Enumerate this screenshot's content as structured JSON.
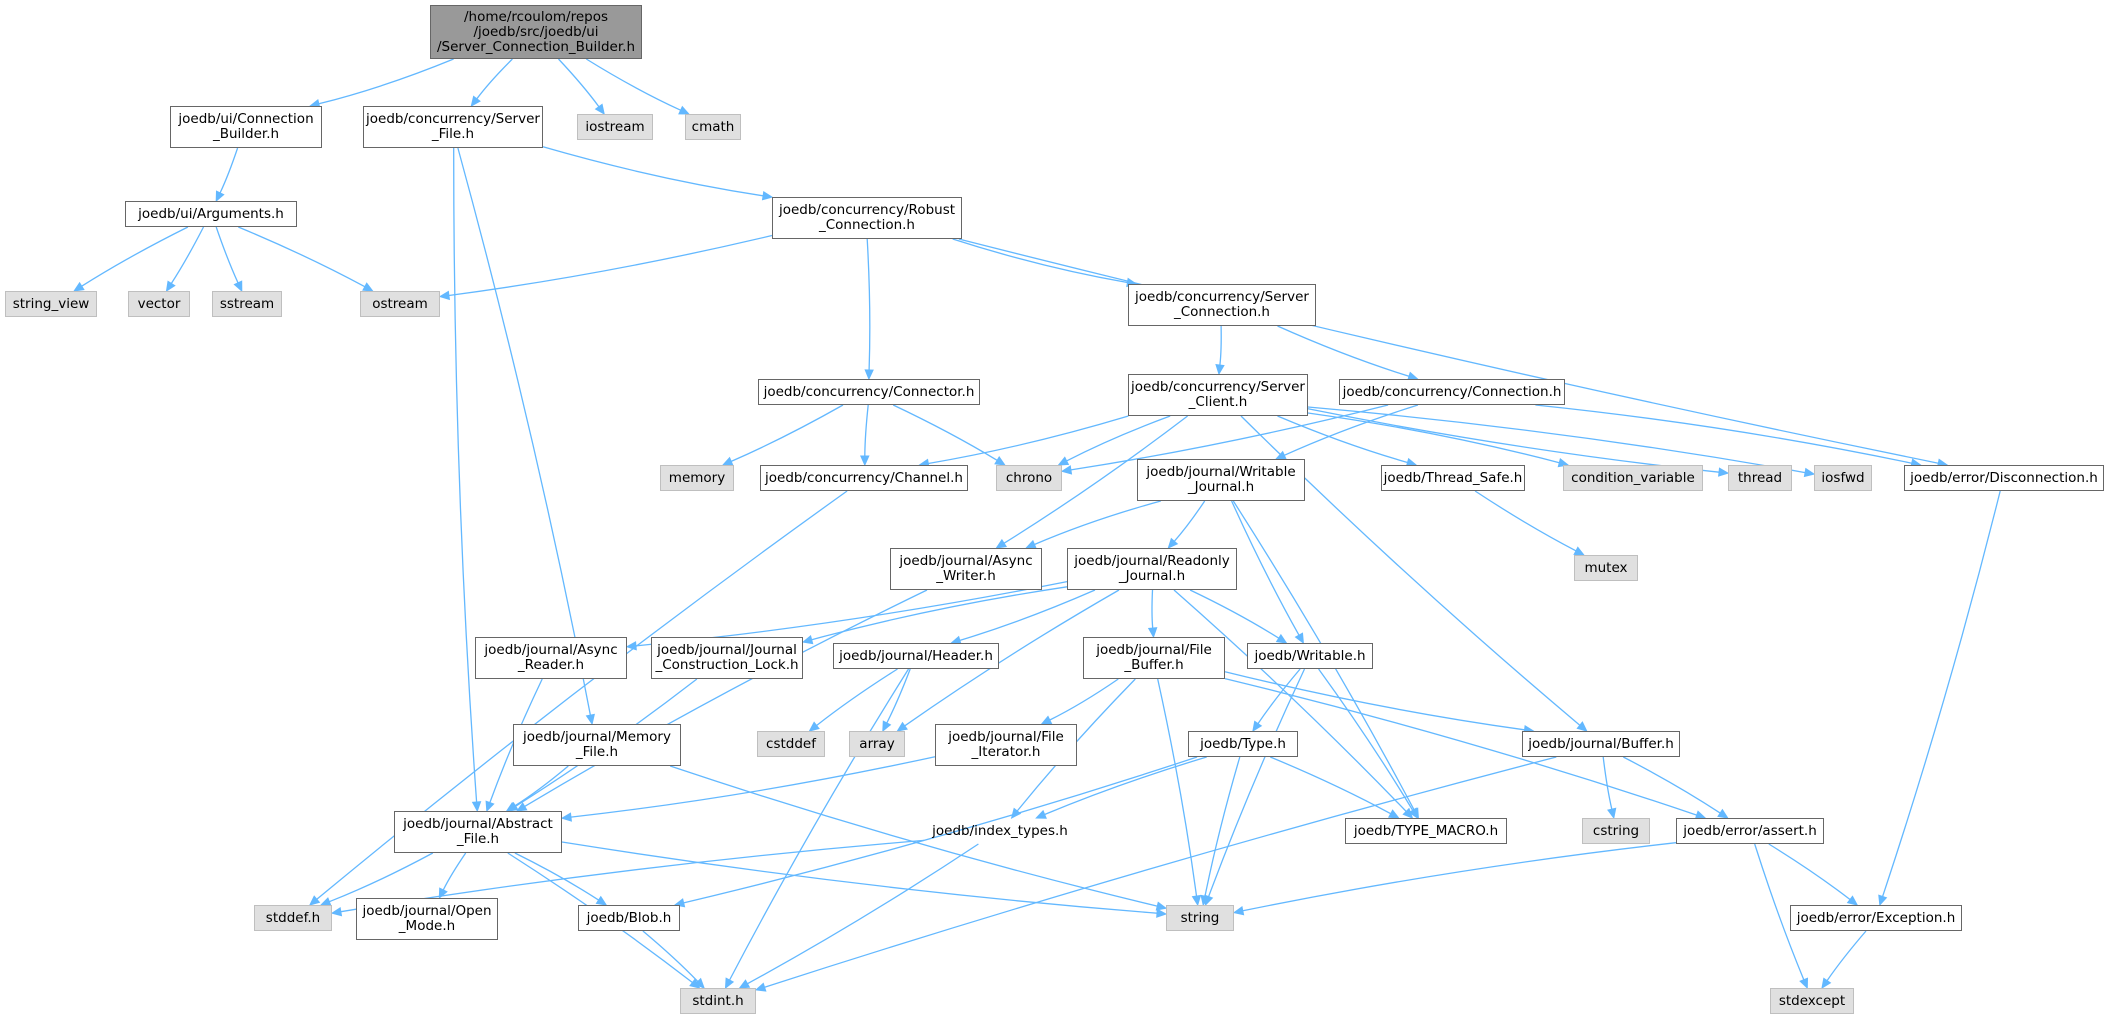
{
  "graph": {
    "type": "include-dependency-graph",
    "colors": {
      "edge": "#63b8ff",
      "root_fill": "#999999",
      "external_fill": "#e0e0e0",
      "border": "#666666",
      "missing_border": "#ff0000"
    },
    "nodes": [
      {
        "id": "root",
        "label": "/home/rcoulom/repos\n/joedb/src/joedb/ui\n/Server_Connection_Builder.h",
        "kind": "root"
      },
      {
        "id": "ui_connection_builder",
        "label": "joedb/ui/Connection\n_Builder.h",
        "kind": "internal"
      },
      {
        "id": "concurrency_server_file",
        "label": "joedb/concurrency/Server\n_File.h",
        "kind": "internal"
      },
      {
        "id": "iostream",
        "label": "iostream",
        "kind": "external"
      },
      {
        "id": "cmath",
        "label": "cmath",
        "kind": "external"
      },
      {
        "id": "ui_arguments",
        "label": "joedb/ui/Arguments.h",
        "kind": "internal"
      },
      {
        "id": "robust_connection",
        "label": "joedb/concurrency/Robust\n_Connection.h",
        "kind": "internal"
      },
      {
        "id": "string_view",
        "label": "string_view",
        "kind": "external"
      },
      {
        "id": "vector",
        "label": "vector",
        "kind": "external"
      },
      {
        "id": "sstream",
        "label": "sstream",
        "kind": "external"
      },
      {
        "id": "ostream",
        "label": "ostream",
        "kind": "external"
      },
      {
        "id": "server_connection",
        "label": "joedb/concurrency/Server\n_Connection.h",
        "kind": "internal"
      },
      {
        "id": "connector",
        "label": "joedb/concurrency/Connector.h",
        "kind": "internal"
      },
      {
        "id": "server_client",
        "label": "joedb/concurrency/Server\n_Client.h",
        "kind": "internal"
      },
      {
        "id": "connection",
        "label": "joedb/concurrency/Connection.h",
        "kind": "internal"
      },
      {
        "id": "memory",
        "label": "memory",
        "kind": "external"
      },
      {
        "id": "channel",
        "label": "joedb/concurrency/Channel.h",
        "kind": "internal"
      },
      {
        "id": "chrono",
        "label": "chrono",
        "kind": "external"
      },
      {
        "id": "writable_journal",
        "label": "joedb/journal/Writable\n_Journal.h",
        "kind": "internal"
      },
      {
        "id": "thread_safe",
        "label": "joedb/Thread_Safe.h",
        "kind": "internal"
      },
      {
        "id": "condition_variable",
        "label": "condition_variable",
        "kind": "external"
      },
      {
        "id": "thread",
        "label": "thread",
        "kind": "external"
      },
      {
        "id": "iosfwd",
        "label": "iosfwd",
        "kind": "external"
      },
      {
        "id": "disconnection",
        "label": "joedb/error/Disconnection.h",
        "kind": "internal"
      },
      {
        "id": "mutex",
        "label": "mutex",
        "kind": "external"
      },
      {
        "id": "async_writer",
        "label": "joedb/journal/Async\n_Writer.h",
        "kind": "internal"
      },
      {
        "id": "readonly_journal",
        "label": "joedb/journal/Readonly\n_Journal.h",
        "kind": "internal"
      },
      {
        "id": "async_reader",
        "label": "joedb/journal/Async\n_Reader.h",
        "kind": "internal"
      },
      {
        "id": "journal_construction_lock",
        "label": "joedb/journal/Journal\n_Construction_Lock.h",
        "kind": "internal"
      },
      {
        "id": "header",
        "label": "joedb/journal/Header.h",
        "kind": "internal"
      },
      {
        "id": "file_buffer",
        "label": "joedb/journal/File\n_Buffer.h",
        "kind": "internal"
      },
      {
        "id": "writable",
        "label": "joedb/Writable.h",
        "kind": "internal"
      },
      {
        "id": "memory_file",
        "label": "joedb/journal/Memory\n_File.h",
        "kind": "internal"
      },
      {
        "id": "cstddef",
        "label": "cstddef",
        "kind": "external"
      },
      {
        "id": "array",
        "label": "array",
        "kind": "external"
      },
      {
        "id": "file_iterator",
        "label": "joedb/journal/File\n_Iterator.h",
        "kind": "internal"
      },
      {
        "id": "type",
        "label": "joedb/Type.h",
        "kind": "internal"
      },
      {
        "id": "buffer",
        "label": "joedb/journal/Buffer.h",
        "kind": "internal"
      },
      {
        "id": "abstract_file",
        "label": "joedb/journal/Abstract\n_File.h",
        "kind": "internal"
      },
      {
        "id": "index_types",
        "label": "joedb/index_types.h",
        "kind": "missing"
      },
      {
        "id": "type_macro",
        "label": "joedb/TYPE_MACRO.h",
        "kind": "internal"
      },
      {
        "id": "cstring",
        "label": "cstring",
        "kind": "external"
      },
      {
        "id": "assert",
        "label": "joedb/error/assert.h",
        "kind": "internal"
      },
      {
        "id": "stddef",
        "label": "stddef.h",
        "kind": "external"
      },
      {
        "id": "open_mode",
        "label": "joedb/journal/Open\n_Mode.h",
        "kind": "internal"
      },
      {
        "id": "blob",
        "label": "joedb/Blob.h",
        "kind": "internal"
      },
      {
        "id": "string",
        "label": "string",
        "kind": "external"
      },
      {
        "id": "exception",
        "label": "joedb/error/Exception.h",
        "kind": "internal"
      },
      {
        "id": "stdint",
        "label": "stdint.h",
        "kind": "external"
      },
      {
        "id": "stdexcept",
        "label": "stdexcept",
        "kind": "external"
      }
    ],
    "edges": [
      [
        "root",
        "ui_connection_builder"
      ],
      [
        "root",
        "concurrency_server_file"
      ],
      [
        "root",
        "iostream"
      ],
      [
        "root",
        "cmath"
      ],
      [
        "ui_connection_builder",
        "ui_arguments"
      ],
      [
        "ui_arguments",
        "string_view"
      ],
      [
        "ui_arguments",
        "vector"
      ],
      [
        "ui_arguments",
        "sstream"
      ],
      [
        "ui_arguments",
        "ostream"
      ],
      [
        "concurrency_server_file",
        "robust_connection"
      ],
      [
        "concurrency_server_file",
        "memory_file"
      ],
      [
        "concurrency_server_file",
        "abstract_file"
      ],
      [
        "robust_connection",
        "ostream"
      ],
      [
        "robust_connection",
        "server_connection"
      ],
      [
        "robust_connection",
        "connector"
      ],
      [
        "robust_connection",
        "disconnection"
      ],
      [
        "server_connection",
        "server_client"
      ],
      [
        "server_connection",
        "connection"
      ],
      [
        "connector",
        "memory"
      ],
      [
        "connector",
        "channel"
      ],
      [
        "connector",
        "chrono"
      ],
      [
        "channel",
        "stddef"
      ],
      [
        "server_client",
        "channel"
      ],
      [
        "server_client",
        "chrono"
      ],
      [
        "server_client",
        "async_writer"
      ],
      [
        "server_client",
        "thread_safe"
      ],
      [
        "server_client",
        "condition_variable"
      ],
      [
        "server_client",
        "thread"
      ],
      [
        "server_client",
        "iosfwd"
      ],
      [
        "server_client",
        "buffer"
      ],
      [
        "connection",
        "chrono"
      ],
      [
        "connection",
        "writable_journal"
      ],
      [
        "connection",
        "disconnection"
      ],
      [
        "writable_journal",
        "async_writer"
      ],
      [
        "writable_journal",
        "readonly_journal"
      ],
      [
        "writable_journal",
        "writable"
      ],
      [
        "writable_journal",
        "type_macro"
      ],
      [
        "thread_safe",
        "mutex"
      ],
      [
        "disconnection",
        "exception"
      ],
      [
        "async_writer",
        "abstract_file"
      ],
      [
        "readonly_journal",
        "async_reader"
      ],
      [
        "readonly_journal",
        "journal_construction_lock"
      ],
      [
        "readonly_journal",
        "header"
      ],
      [
        "readonly_journal",
        "file_buffer"
      ],
      [
        "readonly_journal",
        "writable"
      ],
      [
        "readonly_journal",
        "array"
      ],
      [
        "readonly_journal",
        "type_macro"
      ],
      [
        "async_reader",
        "abstract_file"
      ],
      [
        "journal_construction_lock",
        "abstract_file"
      ],
      [
        "header",
        "cstddef"
      ],
      [
        "header",
        "array"
      ],
      [
        "header",
        "stdint"
      ],
      [
        "file_buffer",
        "file_iterator"
      ],
      [
        "file_buffer",
        "index_types"
      ],
      [
        "file_buffer",
        "string"
      ],
      [
        "file_buffer",
        "buffer"
      ],
      [
        "file_buffer",
        "assert"
      ],
      [
        "writable",
        "type"
      ],
      [
        "writable",
        "type_macro"
      ],
      [
        "writable",
        "string"
      ],
      [
        "memory_file",
        "abstract_file"
      ],
      [
        "memory_file",
        "string"
      ],
      [
        "file_iterator",
        "abstract_file"
      ],
      [
        "type",
        "index_types"
      ],
      [
        "type",
        "type_macro"
      ],
      [
        "type",
        "string"
      ],
      [
        "type",
        "blob"
      ],
      [
        "buffer",
        "cstring"
      ],
      [
        "buffer",
        "assert"
      ],
      [
        "buffer",
        "stdint"
      ],
      [
        "abstract_file",
        "stddef"
      ],
      [
        "abstract_file",
        "open_mode"
      ],
      [
        "abstract_file",
        "blob"
      ],
      [
        "abstract_file",
        "string"
      ],
      [
        "abstract_file",
        "stdint"
      ],
      [
        "index_types",
        "stddef"
      ],
      [
        "index_types",
        "stdint"
      ],
      [
        "assert",
        "string"
      ],
      [
        "assert",
        "exception"
      ],
      [
        "assert",
        "stdexcept"
      ],
      [
        "blob",
        "stdint"
      ],
      [
        "exception",
        "stdexcept"
      ]
    ]
  }
}
